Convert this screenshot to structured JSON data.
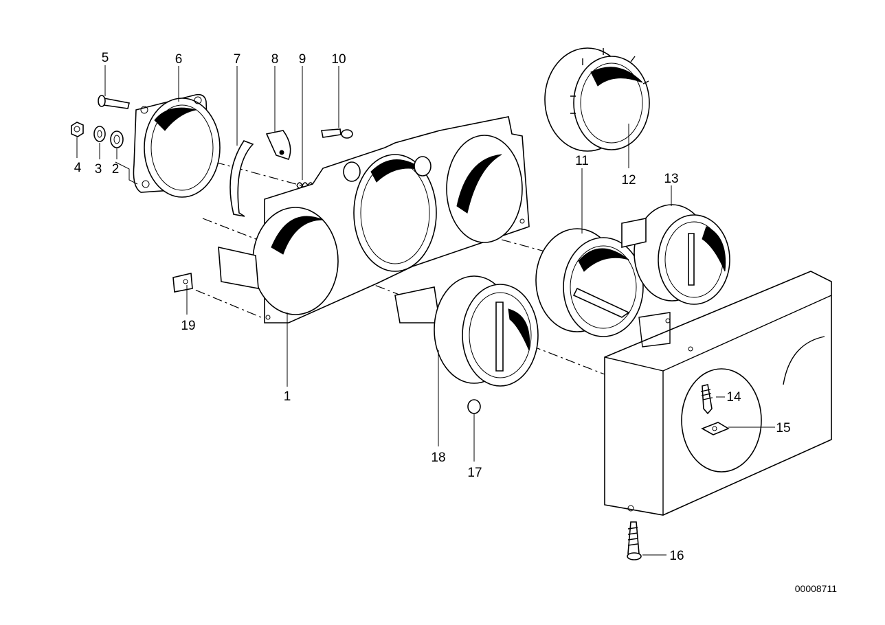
{
  "diagram": {
    "reference_number": "00008711",
    "callouts": [
      {
        "id": "1",
        "label": "1"
      },
      {
        "id": "2",
        "label": "2"
      },
      {
        "id": "3",
        "label": "3"
      },
      {
        "id": "4",
        "label": "4"
      },
      {
        "id": "5",
        "label": "5"
      },
      {
        "id": "6",
        "label": "6"
      },
      {
        "id": "7",
        "label": "7"
      },
      {
        "id": "8",
        "label": "8"
      },
      {
        "id": "9",
        "label": "9"
      },
      {
        "id": "10",
        "label": "10"
      },
      {
        "id": "11",
        "label": "11"
      },
      {
        "id": "12",
        "label": "12"
      },
      {
        "id": "13",
        "label": "13"
      },
      {
        "id": "14",
        "label": "14"
      },
      {
        "id": "15",
        "label": "15"
      },
      {
        "id": "16",
        "label": "16"
      },
      {
        "id": "17",
        "label": "17"
      },
      {
        "id": "18",
        "label": "18"
      },
      {
        "id": "19",
        "label": "19"
      }
    ]
  }
}
